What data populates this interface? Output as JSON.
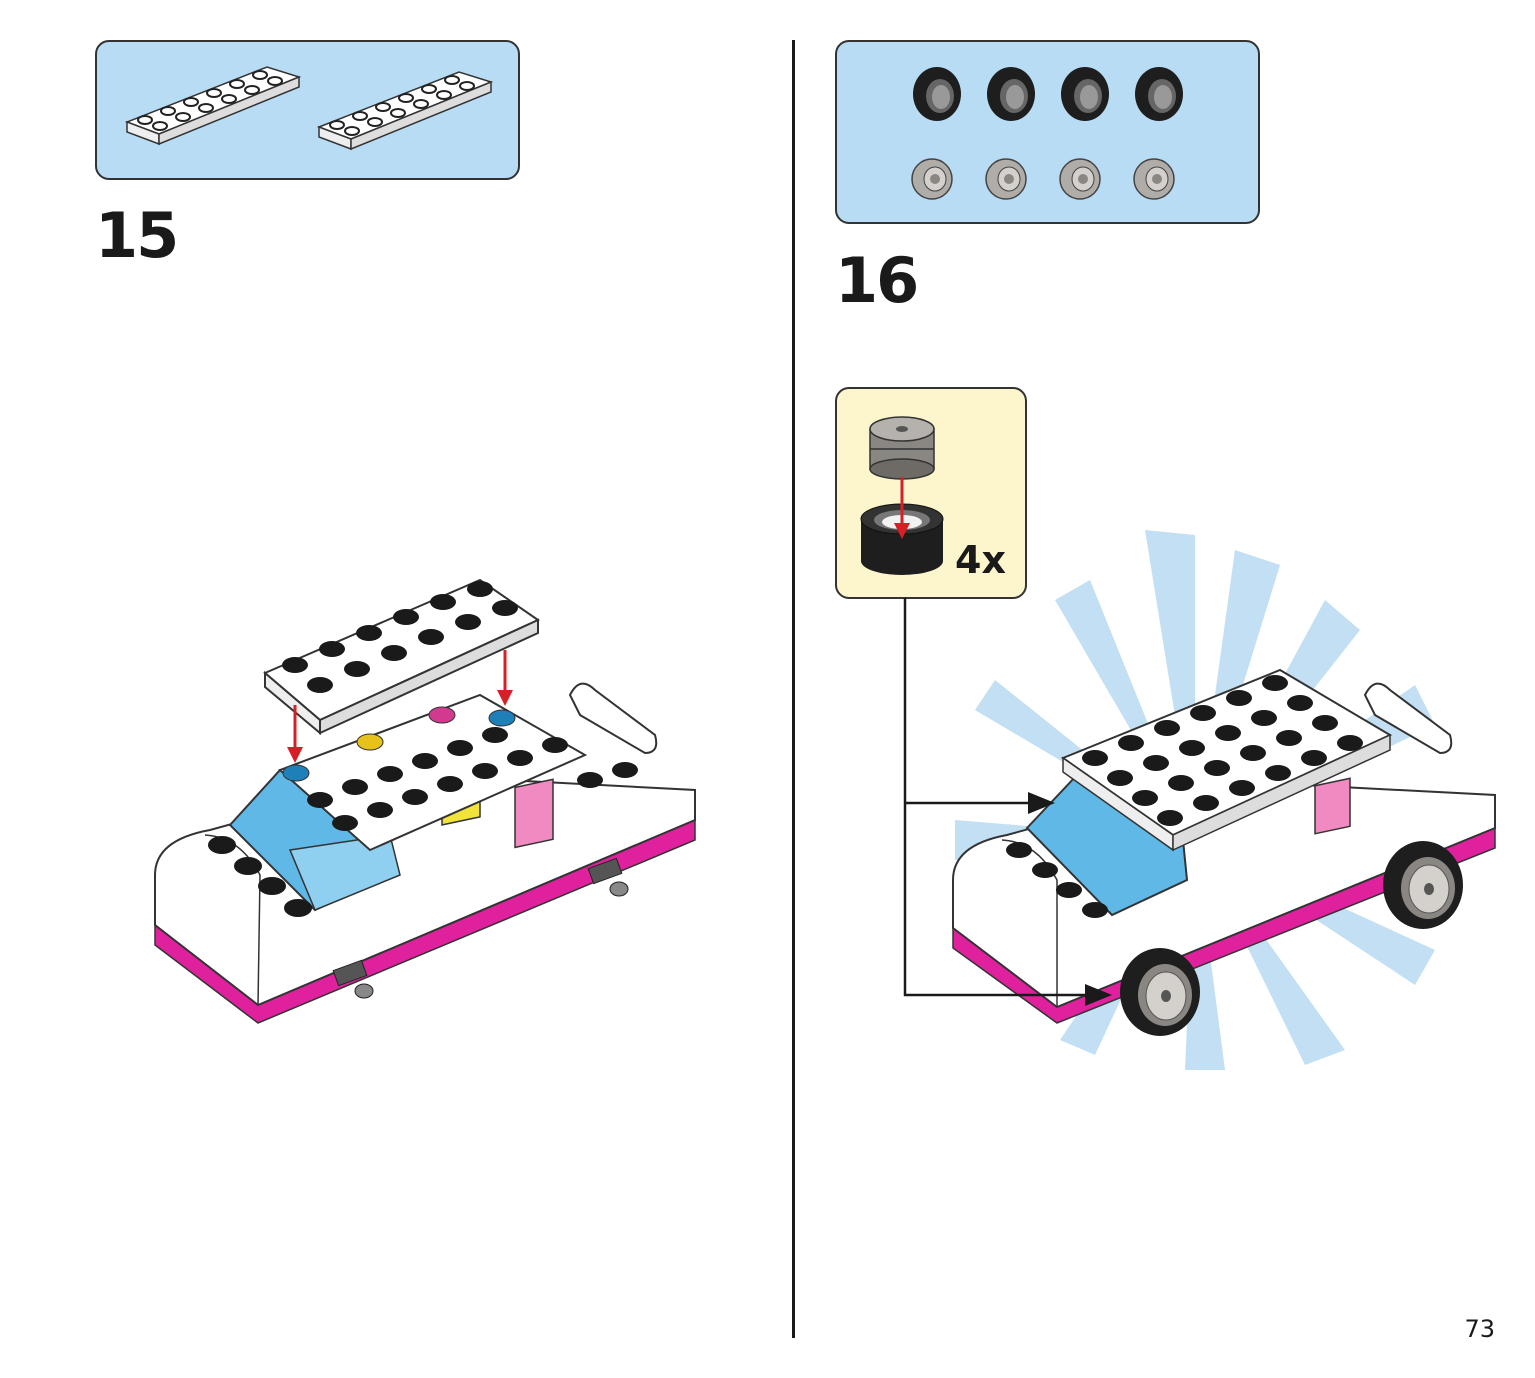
{
  "page": {
    "number": "73"
  },
  "steps": [
    {
      "number": "15",
      "parts": [
        "white-plate-2x6",
        "white-plate-2x6"
      ]
    },
    {
      "number": "16",
      "parts": [
        "black-tire",
        "black-tire",
        "black-tire",
        "black-tire",
        "gray-wheel-hub",
        "gray-wheel-hub",
        "gray-wheel-hub",
        "gray-wheel-hub"
      ],
      "subassembly": {
        "quantity": "4x"
      }
    }
  ],
  "colors": {
    "parts_box": "#b9dcf5",
    "subassembly_box": "#fdf6cc",
    "arrow": "#d42027",
    "car_stripe": "#e0219e",
    "window": "#5fb8e6",
    "yellow_window": "#f2e33a",
    "pink_window": "#f08ac0"
  }
}
